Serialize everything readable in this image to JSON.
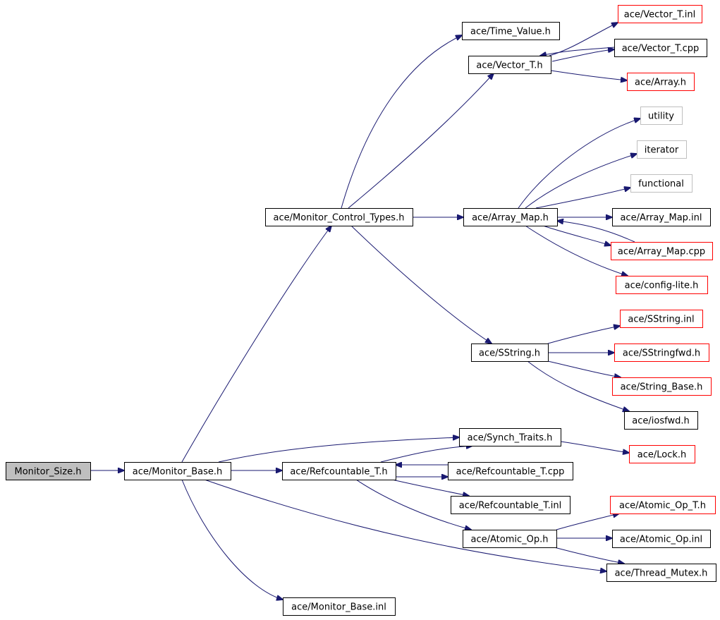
{
  "colors": {
    "edge": "#191970",
    "border_normal": "#000000",
    "border_truncated": "#ff0000",
    "border_external": "#bfbfbf",
    "root_fill": "#bfbfbf",
    "node_fill": "#ffffff",
    "text": "#000000"
  },
  "nodes": [
    {
      "id": "monitor_size",
      "label": "Monitor_Size.h",
      "kind": "root"
    },
    {
      "id": "monitor_base",
      "label": "ace/Monitor_Base.h",
      "kind": "normal"
    },
    {
      "id": "monitor_control_types",
      "label": "ace/Monitor_Control_Types.h",
      "kind": "normal"
    },
    {
      "id": "time_value",
      "label": "ace/Time_Value.h",
      "kind": "normal"
    },
    {
      "id": "vector_t",
      "label": "ace/Vector_T.h",
      "kind": "normal"
    },
    {
      "id": "vector_t_inl",
      "label": "ace/Vector_T.inl",
      "kind": "truncated"
    },
    {
      "id": "vector_t_cpp",
      "label": "ace/Vector_T.cpp",
      "kind": "normal"
    },
    {
      "id": "array_h",
      "label": "ace/Array.h",
      "kind": "truncated"
    },
    {
      "id": "utility",
      "label": "utility",
      "kind": "external"
    },
    {
      "id": "iterator",
      "label": "iterator",
      "kind": "external"
    },
    {
      "id": "functional",
      "label": "functional",
      "kind": "external"
    },
    {
      "id": "array_map",
      "label": "ace/Array_Map.h",
      "kind": "normal"
    },
    {
      "id": "array_map_inl",
      "label": "ace/Array_Map.inl",
      "kind": "normal"
    },
    {
      "id": "array_map_cpp",
      "label": "ace/Array_Map.cpp",
      "kind": "truncated"
    },
    {
      "id": "config_lite",
      "label": "ace/config-lite.h",
      "kind": "truncated"
    },
    {
      "id": "sstring_inl",
      "label": "ace/SString.inl",
      "kind": "truncated"
    },
    {
      "id": "sstring",
      "label": "ace/SString.h",
      "kind": "normal"
    },
    {
      "id": "sstringfwd",
      "label": "ace/SStringfwd.h",
      "kind": "truncated"
    },
    {
      "id": "string_base",
      "label": "ace/String_Base.h",
      "kind": "truncated"
    },
    {
      "id": "iosfwd",
      "label": "ace/iosfwd.h",
      "kind": "normal"
    },
    {
      "id": "synch_traits",
      "label": "ace/Synch_Traits.h",
      "kind": "normal"
    },
    {
      "id": "lock",
      "label": "ace/Lock.h",
      "kind": "truncated"
    },
    {
      "id": "refcountable_t",
      "label": "ace/Refcountable_T.h",
      "kind": "normal"
    },
    {
      "id": "refcountable_t_cpp",
      "label": "ace/Refcountable_T.cpp",
      "kind": "normal"
    },
    {
      "id": "refcountable_t_inl",
      "label": "ace/Refcountable_T.inl",
      "kind": "normal"
    },
    {
      "id": "atomic_op_t",
      "label": "ace/Atomic_Op_T.h",
      "kind": "truncated"
    },
    {
      "id": "atomic_op",
      "label": "ace/Atomic_Op.h",
      "kind": "normal"
    },
    {
      "id": "atomic_op_inl",
      "label": "ace/Atomic_Op.inl",
      "kind": "normal"
    },
    {
      "id": "thread_mutex",
      "label": "ace/Thread_Mutex.h",
      "kind": "normal"
    },
    {
      "id": "monitor_base_inl",
      "label": "ace/Monitor_Base.inl",
      "kind": "normal"
    }
  ],
  "edges": [
    [
      "monitor_size",
      "monitor_base"
    ],
    [
      "monitor_base",
      "monitor_control_types"
    ],
    [
      "monitor_base",
      "synch_traits"
    ],
    [
      "monitor_base",
      "refcountable_t"
    ],
    [
      "monitor_base",
      "thread_mutex"
    ],
    [
      "monitor_base",
      "monitor_base_inl"
    ],
    [
      "monitor_control_types",
      "time_value"
    ],
    [
      "monitor_control_types",
      "vector_t"
    ],
    [
      "monitor_control_types",
      "array_map"
    ],
    [
      "monitor_control_types",
      "sstring"
    ],
    [
      "vector_t",
      "vector_t_inl"
    ],
    [
      "vector_t",
      "vector_t_cpp"
    ],
    [
      "vector_t",
      "array_h"
    ],
    [
      "vector_t_cpp",
      "vector_t"
    ],
    [
      "array_map",
      "utility"
    ],
    [
      "array_map",
      "iterator"
    ],
    [
      "array_map",
      "functional"
    ],
    [
      "array_map",
      "array_map_inl"
    ],
    [
      "array_map",
      "array_map_cpp"
    ],
    [
      "array_map",
      "config_lite"
    ],
    [
      "array_map_cpp",
      "array_map"
    ],
    [
      "sstring",
      "sstring_inl"
    ],
    [
      "sstring",
      "sstringfwd"
    ],
    [
      "sstring",
      "string_base"
    ],
    [
      "sstring",
      "iosfwd"
    ],
    [
      "synch_traits",
      "lock"
    ],
    [
      "refcountable_t",
      "synch_traits"
    ],
    [
      "refcountable_t",
      "refcountable_t_cpp"
    ],
    [
      "refcountable_t",
      "refcountable_t_inl"
    ],
    [
      "refcountable_t",
      "atomic_op"
    ],
    [
      "refcountable_t_cpp",
      "refcountable_t"
    ],
    [
      "atomic_op",
      "atomic_op_t"
    ],
    [
      "atomic_op",
      "atomic_op_inl"
    ],
    [
      "atomic_op",
      "thread_mutex"
    ]
  ]
}
